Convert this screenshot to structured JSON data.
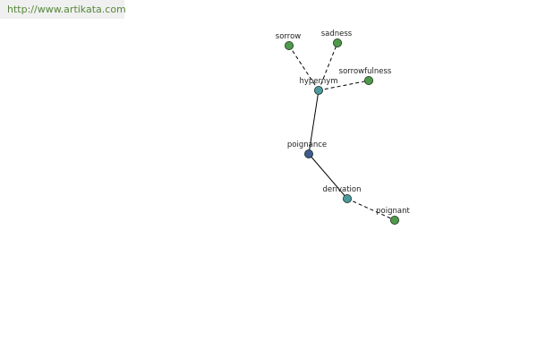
{
  "header": {
    "url": "http://www.artikata.com"
  },
  "graph": {
    "nodes": [
      {
        "id": "sorrow",
        "label": "sorrow",
        "kind": "word"
      },
      {
        "id": "sadness",
        "label": "sadness",
        "kind": "word"
      },
      {
        "id": "sorrowfulness",
        "label": "sorrowfulness",
        "kind": "word"
      },
      {
        "id": "hypernym",
        "label": "hypernym",
        "kind": "relation"
      },
      {
        "id": "poignance",
        "label": "poignance",
        "kind": "root"
      },
      {
        "id": "derivation",
        "label": "derivation",
        "kind": "relation"
      },
      {
        "id": "poignant",
        "label": "poignant",
        "kind": "word"
      }
    ],
    "edges": [
      {
        "from": "poignance",
        "to": "hypernym",
        "style": "solid"
      },
      {
        "from": "poignance",
        "to": "derivation",
        "style": "solid"
      },
      {
        "from": "hypernym",
        "to": "sorrow",
        "style": "dashed"
      },
      {
        "from": "hypernym",
        "to": "sadness",
        "style": "dashed"
      },
      {
        "from": "hypernym",
        "to": "sorrowfulness",
        "style": "dashed"
      },
      {
        "from": "derivation",
        "to": "poignant",
        "style": "dashed"
      }
    ]
  },
  "colors": {
    "url_text": "#55883a",
    "banner_bg": "#f0f0f0",
    "word_node": "#4f9a4a",
    "relation_node": "#4a9aa0",
    "root_node": "#3e5a92",
    "node_stroke": "#1e2e1e",
    "edge": "#000000"
  }
}
